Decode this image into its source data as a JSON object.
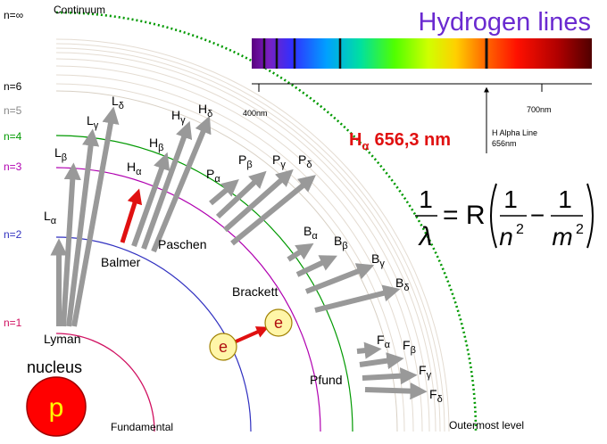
{
  "title": "Hydrogen lines",
  "shells": [
    {
      "label": "n=∞",
      "color": "#000000"
    },
    {
      "label": "n=6",
      "color": "#000000"
    },
    {
      "label": "n=5",
      "color": "#888888"
    },
    {
      "label": "n=4",
      "color": "#009900"
    },
    {
      "label": "n=3",
      "color": "#b000b0"
    },
    {
      "label": "n=2",
      "color": "#3030c0"
    },
    {
      "label": "n=1",
      "color": "#d01060"
    }
  ],
  "continuum_label": "Continuum",
  "series": {
    "lyman": {
      "name": "Lyman",
      "color": "#d01060",
      "lines": [
        "Lα",
        "Lβ",
        "Lγ",
        "Lδ"
      ]
    },
    "balmer": {
      "name": "Balmer",
      "color": "#3030c0",
      "lines": [
        "Hα",
        "Hβ",
        "Hγ",
        "Hδ"
      ]
    },
    "paschen": {
      "name": "Paschen",
      "color": "#b000b0",
      "lines": [
        "Pα",
        "Pβ",
        "Pγ",
        "Pδ"
      ]
    },
    "brackett": {
      "name": "Brackett",
      "color": "#009900",
      "lines": [
        "Bα",
        "Bβ",
        "Bγ",
        "Bδ"
      ]
    },
    "pfund": {
      "name": "Pfund",
      "color": "#888888",
      "lines": [
        "Fα",
        "Fβ",
        "Fγ",
        "Fδ"
      ]
    }
  },
  "spectrum": {
    "tick_400": "400nm",
    "tick_700": "700nm",
    "marker_label_1": "H Alpha Line",
    "marker_label_2": "656nm"
  },
  "halpha_label": {
    "main": "H",
    "sub": "α",
    "value": "656,3 nm"
  },
  "formula": {
    "one": "1",
    "lambda": "λ",
    "equals": "= R",
    "n": "n",
    "m": "m",
    "exp": "2",
    "minus": "−"
  },
  "electron_label": "e",
  "nucleus_label": "nucleus",
  "proton_label": "p",
  "fundamental_label": "Fundamental",
  "outermost_label": "Outermost level"
}
